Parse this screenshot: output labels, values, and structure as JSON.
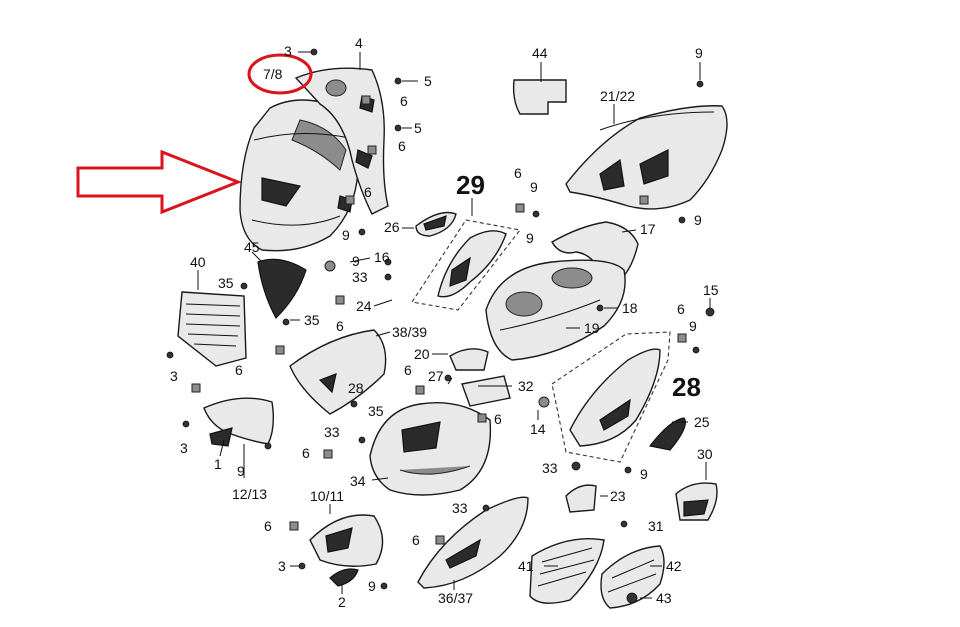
{
  "diagram": {
    "highlight": {
      "label": "7/8",
      "ring_color": "#d9141b"
    },
    "arrow_color": "#d9141b",
    "group_labels": [
      "29",
      "28"
    ],
    "part_labels": [
      "3",
      "7/8",
      "4",
      "5",
      "6",
      "5",
      "6",
      "6",
      "9",
      "26",
      "44",
      "9",
      "21/22",
      "6",
      "9",
      "9",
      "17",
      "9",
      "45",
      "16",
      "40",
      "35",
      "33",
      "9",
      "18",
      "15",
      "24",
      "35",
      "6",
      "6",
      "38/39",
      "9",
      "19",
      "20",
      "3",
      "6",
      "6",
      "27",
      "32",
      "28",
      "35",
      "6",
      "33",
      "3",
      "14",
      "25",
      "6",
      "1",
      "9",
      "33",
      "9",
      "34",
      "30",
      "12/13",
      "23",
      "10/11",
      "33",
      "6",
      "6",
      "31",
      "3",
      "41",
      "42",
      "9",
      "2",
      "36/37",
      "43"
    ]
  }
}
